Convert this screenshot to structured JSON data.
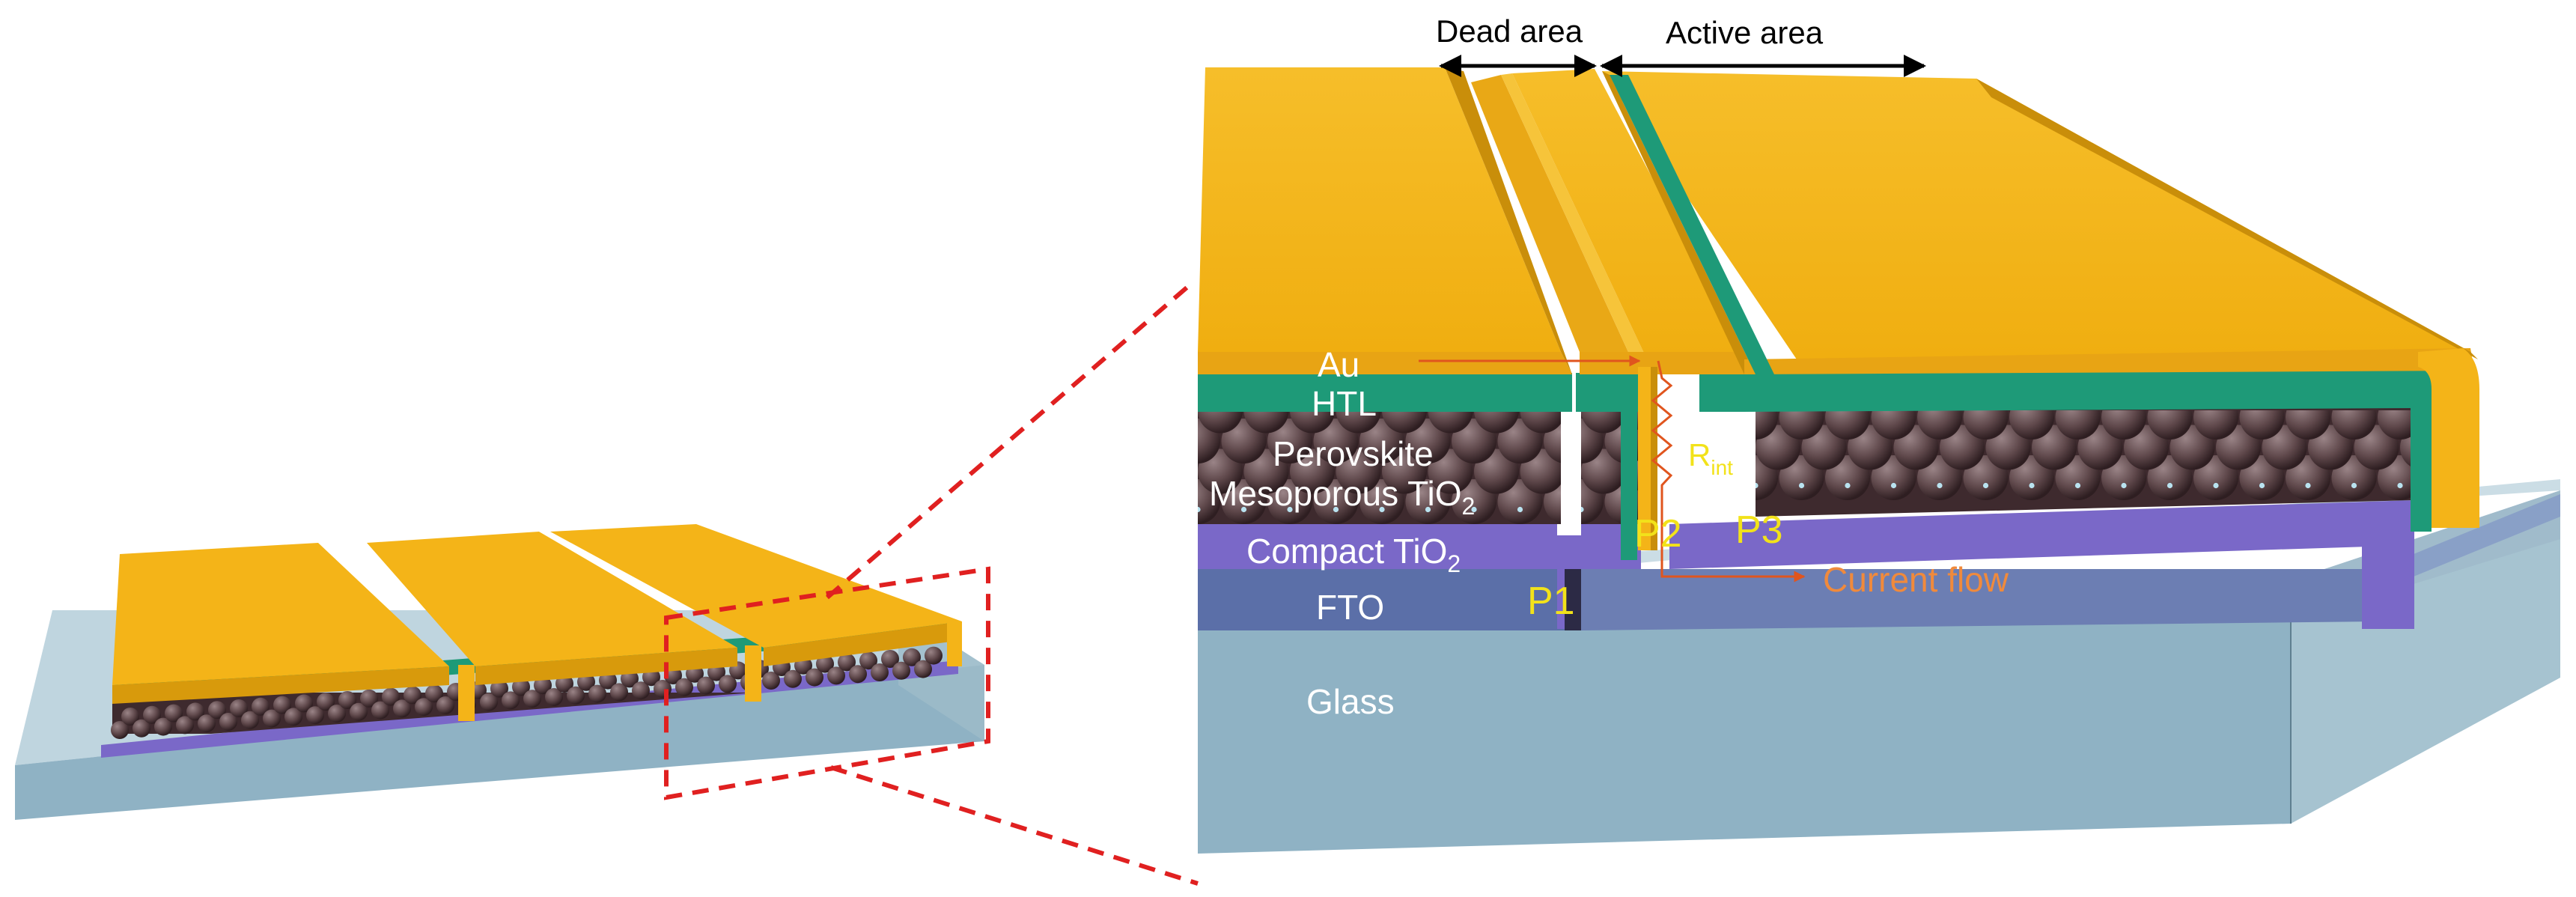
{
  "labels": {
    "dead_area": "Dead area",
    "active_area": "Active area",
    "au": "Au",
    "htl": "HTL",
    "perovskite": "Perovskite",
    "mesoporous": "Mesoporous TiO",
    "mesoporous_sub": "2",
    "compact": "Compact TiO",
    "compact_sub": "2",
    "fto": "FTO",
    "glass": "Glass",
    "p1": "P1",
    "p2": "P2",
    "p3": "P3",
    "r_main": "R",
    "r_sub": "int",
    "current_flow": "Current flow"
  },
  "colors": {
    "gold": "#F4B418",
    "gold_dark": "#C98E0A",
    "htl": "#1E9A78",
    "perovskite": "#3E2A2E",
    "sphere": "#6A5356",
    "compact": "#7A68C8",
    "fto": "#5B6FA8",
    "glass": "#8FB2C4",
    "zoom_line": "#E02020",
    "label_yellow": "#F2E21A",
    "current_orange": "#F08A3C"
  }
}
